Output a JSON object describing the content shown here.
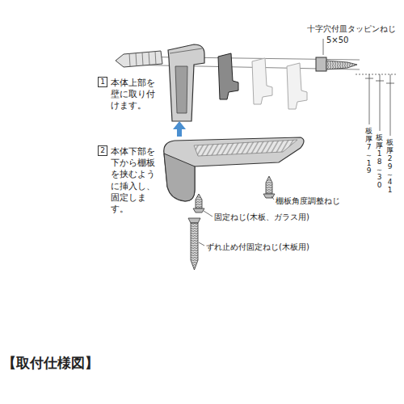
{
  "diagram": {
    "title": "【取付仕様図】",
    "nodes": [
      {
        "text": [
          "1",
          "本体上部を壁に取り付けます。"
        ]
      },
      {
        "text": [
          "2",
          "本体下部を下から棚板を挟むように挿入し、固定します。"
        ]
      }
    ],
    "labels": [
      "十字穴付皿タッピンねじ",
      "5×50",
      "板厚7～19",
      "板厚18～30",
      "板厚29～41",
      "棚板角度調整ねじ",
      "固定ねじ(木板、ガラス用)",
      "ずれ止め付固定ねじ(木板用)"
    ]
  }
}
